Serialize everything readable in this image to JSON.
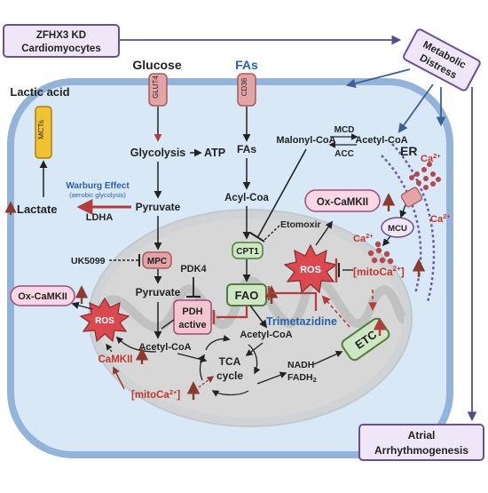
{
  "nodes": {
    "zfhx3": [
      "ZFHX3 KD",
      "Cardiomyocytes"
    ],
    "metabolic_distress": [
      "Metabolic",
      "Distress"
    ],
    "atrial": [
      "Atrial",
      "Arrhythmogenesis"
    ],
    "glucose": "Glucose",
    "fas_top": "FAs",
    "glut4": "GLUT4",
    "cd36": "CD36",
    "mcts": "MCTs",
    "lactic_acid": "Lactic acid",
    "glycolysis": "Glycolysis",
    "atp": "ATP",
    "pyruvate": "Pyruvate",
    "pyruvate2": "Pyruvate",
    "lactate": "Lactate",
    "ldha": "LDHA",
    "warburg": "Warburg Effect",
    "warburg_sub": "(aerobic glycolysis)",
    "fas_inner": "FAs",
    "acyl_coa": "Acyl-Coa",
    "malonyl": "Malonyl-CoA",
    "acetyl_coa_top": "Acetyl-CoA",
    "mcd": "MCD",
    "acc": "ACC",
    "etomoxir": "Etomoxir",
    "cpt1": "CPT1",
    "fao": "FAO",
    "mpc": "MPC",
    "uk5099": "UK5099",
    "pdk4": "PDK4",
    "pdh": [
      "PDH",
      "active"
    ],
    "trimetazidine": "Trimetazidine",
    "acetyl_coa_left": "Acetyl-CoA",
    "acetyl_coa_right": "Acetyl-CoA",
    "tca": [
      "TCA",
      "cycle"
    ],
    "nadh": "NADH",
    "fadh": "FADH",
    "fadh_sub": "2",
    "etc": "ETC",
    "ros": "ROS",
    "ros_left": "ROS",
    "ox_camkii": "Ox-CaMKII",
    "ox_camkii_left": "Ox-CaMKII",
    "camkii": "CaMKII",
    "mito_ca": "[mitoCa",
    "mito_ca_sup": "2+",
    "mito_ca_close": "]",
    "mito_ca_left": "[mitoCa",
    "mito_ca_left_sup": "2+",
    "mito_ca_left_close": "]",
    "mcu": "MCU",
    "er": "ER",
    "ca": "Ca",
    "ca_sup": "2+"
  },
  "colors": {
    "cell_fill": "#d9e8f7",
    "cell_stroke": "#93b4d8",
    "mito_fill": "#d4d4d4",
    "box_purple_fill": "#efe7f7",
    "box_purple_stroke": "#6a4f93",
    "ox_fill": "#f9d7e5",
    "ox_stroke": "#a24a76",
    "green_fill": "#cfe6c5",
    "green_stroke": "#4f7d3e",
    "red_text": "#c0392b",
    "inhibit_red": "#b33c3c",
    "blue_text": "#2b62a6",
    "receptor": "#e3a4a7",
    "mct": "#f1c232",
    "calcium": "#b5484d",
    "er_purple": "#6b5aa3"
  }
}
